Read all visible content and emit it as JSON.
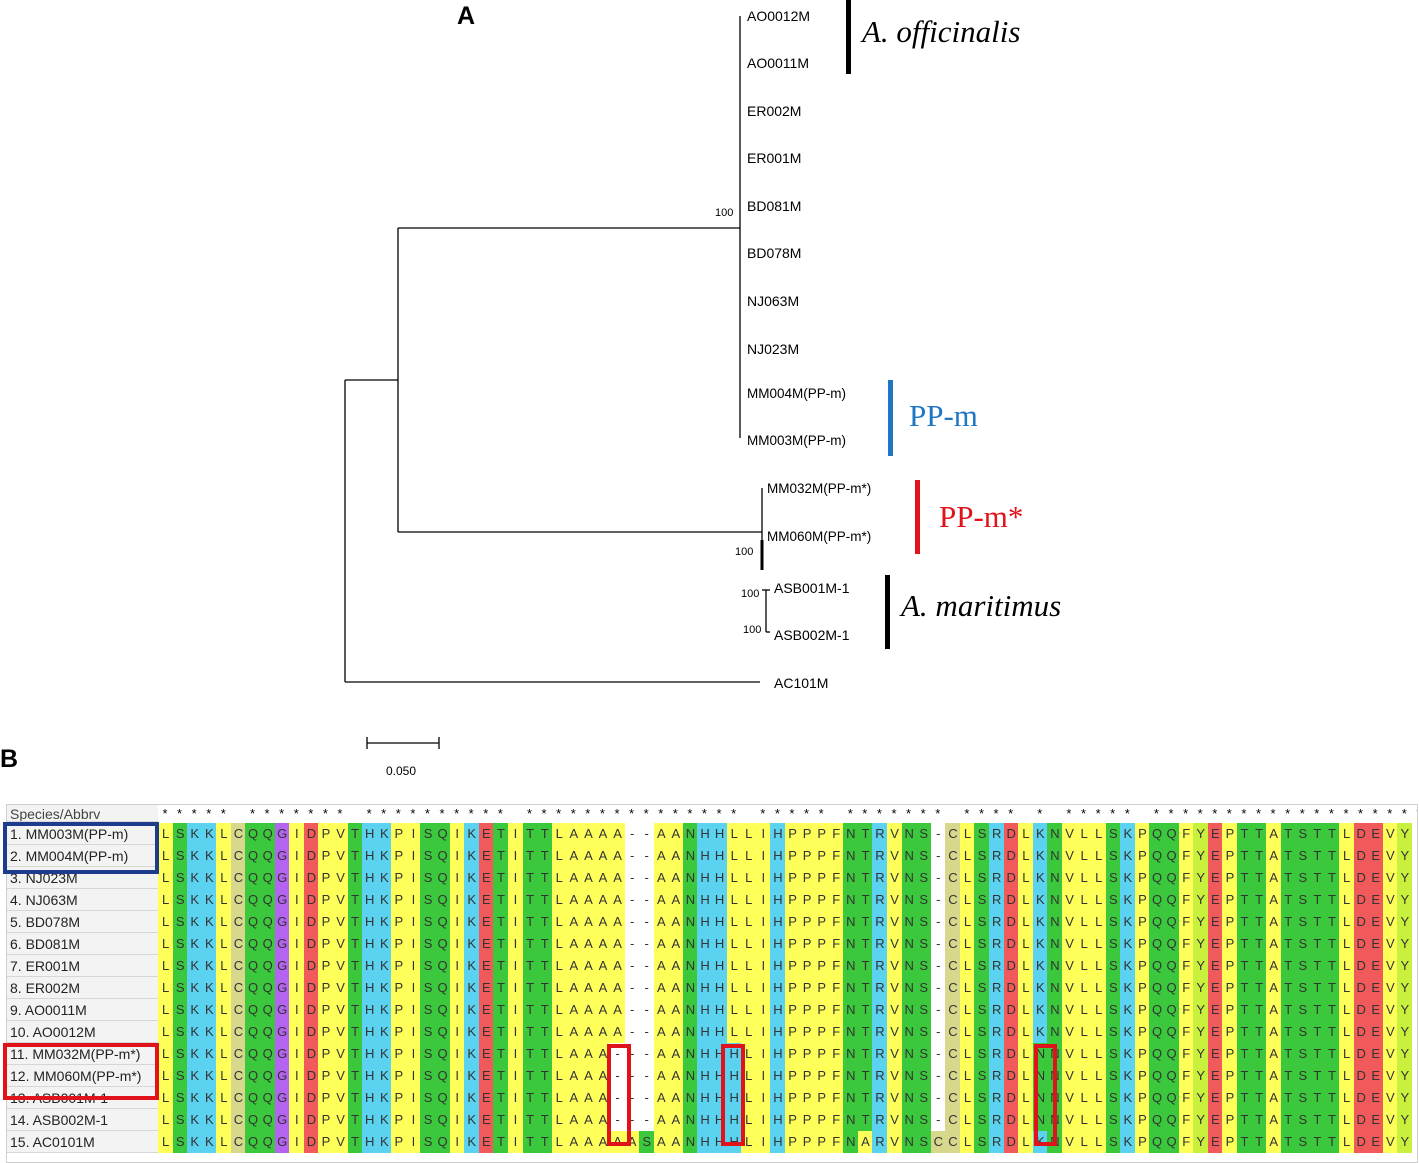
{
  "panel_a": {
    "label": "A",
    "scale_value": "0.050",
    "tips": [
      "AO0012M",
      "AO0011M",
      "ER002M",
      "ER001M",
      "BD081M",
      "BD078M",
      "NJ063M",
      "NJ023M",
      "MM004M(PP-m)",
      "MM003M(PP-m)",
      "MM032M(PP-m*)",
      "MM060M(PP-m*)",
      "ASB001M-1",
      "ASB002M-1",
      "AC101M"
    ],
    "bootstrap": [
      "100",
      "100",
      "100",
      "100"
    ],
    "clades": [
      {
        "name": "A. officinalis",
        "italic": true,
        "color": "#000000"
      },
      {
        "name": "PP-m",
        "italic": false,
        "color": "#1f77c4"
      },
      {
        "name": "PP-m*",
        "italic": false,
        "color": "#e0131b"
      },
      {
        "name": "A. maritimus",
        "italic": true,
        "color": "#000000"
      }
    ]
  },
  "panel_b": {
    "label": "B",
    "header": "Species/Abbrv",
    "conservation": "***** ******* ********** *************** ***** ******* **** * ***** ********************",
    "sequences": [
      {
        "name": "1. MM003M(PP-m)",
        "seq": "LSKKLCQQGIDPVTHKPISQIKETITTLAAAA--AANHHLLIHPPPFNTRVNS-CLSRDLKNVLLSKPQQFYEPTTATSTTLDEVY"
      },
      {
        "name": "2. MM004M(PP-m)",
        "seq": "LSKKLCQQGIDPVTHKPISQIKETITTLAAAA--AANHHLLIHPPPFNTRVNS-CLSRDLKNVLLSKPQQFYEPTTATSTTLDEVY"
      },
      {
        "name": "3. NJ023M",
        "seq": "LSKKLCQQGIDPVTHKPISQIKETITTLAAAA--AANHHLLIHPPPFNTRVNS-CLSRDLKNVLLSKPQQFYEPTTATSTTLDEVY"
      },
      {
        "name": "4. NJ063M",
        "seq": "LSKKLCQQGIDPVTHKPISQIKETITTLAAAA--AANHHLLIHPPPFNTRVNS-CLSRDLKNVLLSKPQQFYEPTTATSTTLDEVY"
      },
      {
        "name": "5. BD078M",
        "seq": "LSKKLCQQGIDPVTHKPISQIKETITTLAAAA--AANHHLLIHPPPFNTRVNS-CLSRDLKNVLLSKPQQFYEPTTATSTTLDEVY"
      },
      {
        "name": "6. BD081M",
        "seq": "LSKKLCQQGIDPVTHKPISQIKETITTLAAAA--AANHHLLIHPPPFNTRVNS-CLSRDLKNVLLSKPQQFYEPTTATSTTLDEVY"
      },
      {
        "name": "7. ER001M",
        "seq": "LSKKLCQQGIDPVTHKPISQIKETITTLAAAA--AANHHLLIHPPPFNTRVNS-CLSRDLKNVLLSKPQQFYEPTTATSTTLDEVY"
      },
      {
        "name": "8. ER002M",
        "seq": "LSKKLCQQGIDPVTHKPISQIKETITTLAAAA--AANHHLLIHPPPFNTRVNS-CLSRDLKNVLLSKPQQFYEPTTATSTTLDEVY"
      },
      {
        "name": "9. AO0011M",
        "seq": "LSKKLCQQGIDPVTHKPISQIKETITTLAAAA--AANHHLLIHPPPFNTRVNS-CLSRDLKNVLLSKPQQFYEPTTATSTTLDEVY"
      },
      {
        "name": "10. AO0012M",
        "seq": "LSKKLCQQGIDPVTHKPISQIKETITTLAAAA--AANHHLLIHPPPFNTRVNS-CLSRDLKNVLLSKPQQFYEPTTATSTTLDEVY"
      },
      {
        "name": "11. MM032M(PP-m*)",
        "seq": "LSKKLCQQGIDPVTHKPISQIKETITTLAAA---AANHHHLIHPPPFNTRVNS-CLSRDLNNVLLSKPQQFYEPTTATSTTLDEVY"
      },
      {
        "name": "12. MM060M(PP-m*)",
        "seq": "LSKKLCQQGIDPVTHKPISQIKETITTLAAA---AANHHHLIHPPPFNTRVNS-CLSRDLNNVLLSKPQQFYEPTTATSTTLDEVY"
      },
      {
        "name": "13. ASB001M-1",
        "seq": "LSKKLCQQGIDPVTHKPISQIKETITTLAAA---AANHHHLIHPPPFNTRVNS-CLSRDLNNVLLSKPQQFYEPTTATSTTLDEVY"
      },
      {
        "name": "14. ASB002M-1",
        "seq": "LSKKLCQQGIDPVTHKPISQIKETITTLAAA---AANHHHLIHPPPFNTRVNS-CLSRDLNNVLLSKPQQFYEPTTATSTTLDEVY"
      },
      {
        "name": "15. AC0101M",
        "seq": "LSKKLCQQGIDPVTHKPISQIKETITTLAAAAASAANHHHLIHPPPFNARVNSCCLSRDLKNVLLSKPQQFYEPTTATSTTLDEVY"
      }
    ],
    "residue_colors": {
      "L": "#ffff5a",
      "A": "#ffff5a",
      "V": "#ffff5a",
      "I": "#ffff5a",
      "F": "#ffff5a",
      "Y": "#c8f03c",
      "C": "#d8d88c",
      "K": "#5ad2f0",
      "R": "#5ad2f0",
      "H": "#5ad2f0",
      "S": "#3cc83c",
      "T": "#3cc83c",
      "N": "#3cc83c",
      "Q": "#3cc83c",
      "D": "#f05a5a",
      "E": "#f05a5a",
      "G": "#b464f0",
      "P": "#ffff5a",
      "M": "#ffff5a",
      "W": "#ffff5a"
    }
  }
}
